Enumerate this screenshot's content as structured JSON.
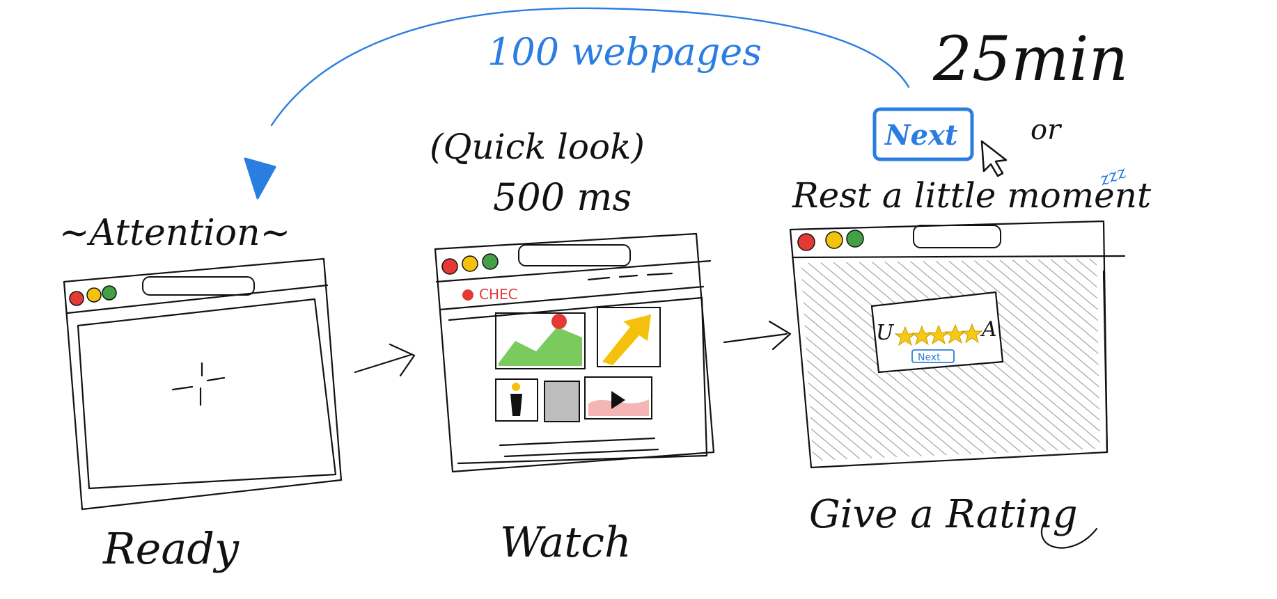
{
  "loop": {
    "label": "100 webpages"
  },
  "duration": {
    "label": "25min"
  },
  "next_button": {
    "label": "Next"
  },
  "or_text": {
    "label": "or"
  },
  "rest_text": {
    "label": "Rest a little moment"
  },
  "sleep_mark": {
    "label": "zzz"
  },
  "steps": [
    {
      "heading": "~Attention~",
      "caption": "Ready"
    },
    {
      "heading": "(Quick look)",
      "subheading": "500 ms",
      "caption": "Watch",
      "site_logo": "CHEC"
    },
    {
      "caption": "Give a Rating",
      "rating_left": "U",
      "rating_right": "A",
      "rating_button": "Next"
    }
  ],
  "colors": {
    "ink": "#111111",
    "accent_blue": "#2a7de1",
    "dot_red": "#e53935",
    "dot_yellow": "#f4c20d",
    "dot_green": "#43a047",
    "star": "#f6c915",
    "hatch": "#9a9a9a"
  },
  "icons": [
    "window-close-dot",
    "window-min-dot",
    "window-max-dot",
    "fixation-cross-icon",
    "mouse-pointer-icon",
    "star-icon",
    "arrow-right-icon"
  ]
}
